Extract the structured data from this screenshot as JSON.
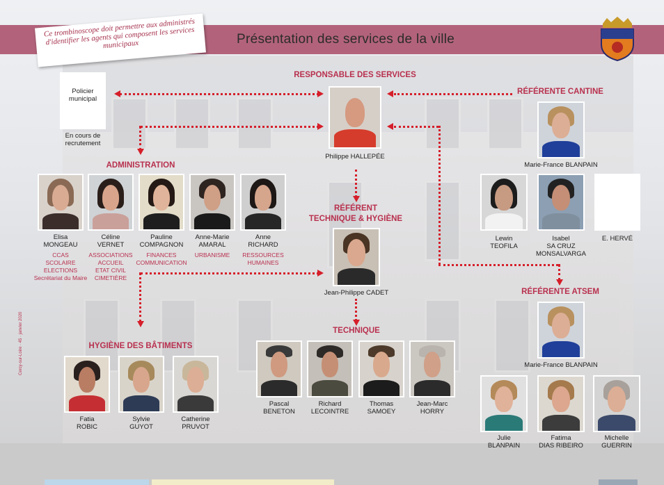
{
  "header": {
    "title": "Présentation des services de la ville",
    "note": "Ce trombinoscope doit permettre aux administrés d'identifier les agents qui composent les services municipaux"
  },
  "side_text": "Cercy-sur-Loire · 45 · janvier 2020",
  "sections": {
    "responsable": "RESPONSABLE DES SERVICES",
    "cantine": "RÉFÉRENTE CANTINE",
    "administration": "ADMINISTRATION",
    "referent_tech_1": "RÉFÉRENT",
    "referent_tech_2": "TECHNIQUE & HYGIÈNE",
    "technique": "TECHNIQUE",
    "hygiene": "HYGIÈNE DES BÂTIMENTS",
    "atsem": "RÉFÉRENTE ATSEM"
  },
  "police": {
    "label": "Policier municipal",
    "status_1": "En cours de",
    "status_2": "recrutement"
  },
  "responsable": {
    "name": "Philippe HALLEPÉE"
  },
  "cantine": {
    "name": "Marie-France BLANPAIN"
  },
  "cantine_team": [
    {
      "first": "Lewin",
      "last": "TEOFILA"
    },
    {
      "first": "Isabel",
      "last": "SA CRUZ",
      "last2": "MONSALVARGA"
    },
    {
      "first": "E. HERVÉ",
      "last": ""
    }
  ],
  "administration": [
    {
      "first": "Elisa",
      "last": "MONGEAU",
      "roles": [
        "CCAS",
        "SCOLAIRE",
        "ELECTIONS",
        "Secrétariat du Maire"
      ]
    },
    {
      "first": "Céline",
      "last": "VERNET",
      "roles": [
        "ASSOCIATIONS",
        "ACCUEIL",
        "ETAT CIVIL",
        "CIMETIÈRE"
      ]
    },
    {
      "first": "Pauline",
      "last": "COMPAGNON",
      "roles": [
        "FINANCES",
        "COMMUNICATION"
      ]
    },
    {
      "first": "Anne-Marie",
      "last": "AMARAL",
      "roles": [
        "URBANISME"
      ]
    },
    {
      "first": "Anne",
      "last": "RICHARD",
      "roles": [
        "RESSOURCES",
        "HUMAINES"
      ]
    }
  ],
  "referent_tech": {
    "name": "Jean-Philippe CADET"
  },
  "technique": [
    {
      "first": "Pascal",
      "last": "BENETON"
    },
    {
      "first": "Richard",
      "last": "LECOINTRE"
    },
    {
      "first": "Thomas",
      "last": "SAMOEY"
    },
    {
      "first": "Jean-Marc",
      "last": "HORRY"
    }
  ],
  "hygiene": [
    {
      "first": "Fatia",
      "last": "ROBIC"
    },
    {
      "first": "Sylvie",
      "last": "GUYOT"
    },
    {
      "first": "Catherine",
      "last": "PRUVOT"
    }
  ],
  "atsem": {
    "name": "Marie-France BLANPAIN"
  },
  "atsem_team": [
    {
      "first": "Julie",
      "last": "BLANPAIN"
    },
    {
      "first": "Fatima",
      "last": "DIAS RIBEIRO"
    },
    {
      "first": "Michelle",
      "last": "GUERRIN"
    }
  ],
  "colors": {
    "banner": "#b2637b",
    "accent": "#b8304e",
    "connector": "#d51f2a"
  }
}
